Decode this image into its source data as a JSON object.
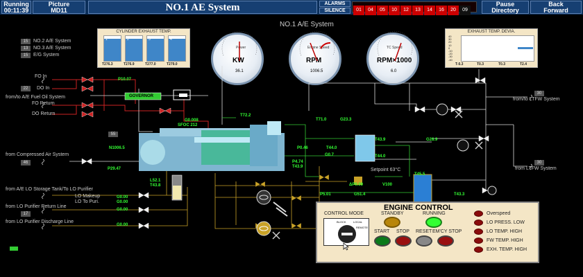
{
  "topbar": {
    "running_label": "Running",
    "running_time": "00:11:39",
    "picture_label": "Picture",
    "picture_id": "MD11",
    "title": "NO.1 AE System",
    "alarms_label": "ALARMS",
    "silence_label": "SILENCE",
    "alarm_numbers": [
      "01",
      "04",
      "05",
      "10",
      "12",
      "13",
      "14",
      "16",
      "20",
      "09"
    ],
    "pause_line1": "Pause",
    "pause_line2": "Directory",
    "back_line1": "Back",
    "back_line2": "Forward"
  },
  "subtitle": "NO.1 A/E System",
  "nav": [
    {
      "idx": "15",
      "label": "NO.2 A/E System"
    },
    {
      "idx": "13",
      "label": "NO.3 A/E System"
    },
    {
      "idx": "15",
      "label": "E/G System"
    }
  ],
  "cylinder_panel": {
    "title": "CYLINDER EXHAUST TEMP.",
    "bars": [
      "1",
      "2",
      "3",
      "4"
    ],
    "temps": [
      "T276.3",
      "T276.9",
      "T277.0",
      "T279.0"
    ],
    "levels": [
      0.9,
      0.9,
      0.9,
      0.9
    ]
  },
  "gauges": [
    {
      "name": "Power",
      "unit": "KW",
      "value": "36.1"
    },
    {
      "name": "Engine Speed",
      "unit": "RPM",
      "value": "1006.5"
    },
    {
      "name": "TC Speed",
      "unit": "RPM×1000",
      "value": "6.0"
    }
  ],
  "deviation_panel": {
    "title": "EXHAUST TEMP. DEVIA.",
    "yticks": [
      "40",
      "30",
      "20",
      "10",
      "0",
      "-10",
      "-20",
      "-30",
      "-40"
    ],
    "values": [
      "T-0.3",
      "T0.3",
      "T0.3",
      "T2.4"
    ]
  },
  "left_lines": {
    "fo_in": "FO In",
    "do_in_idx": "22",
    "do_in": "DO In",
    "fuel_oil": "from/to A/E Fuel Oil System",
    "fo_return": "FO Return",
    "do_return": "DO Return",
    "compressed_air": "from Compressed Air System",
    "air_idx": "46",
    "lo_storage": "from A/E LO Storage Tank/To LO Purifier",
    "lo_makeup": "LO Makeup",
    "lo_to_puri": "LO To Puri.",
    "lo_return": "from LO Purifier Return Line",
    "lo_return_idx": "17",
    "lo_discharge": "from LO Purifier Discharge Line"
  },
  "values": {
    "p_fo": "P10.07",
    "governor": "GOVERNOR",
    "g0": "G0.008",
    "sfoc": "SFOC 212",
    "t72": "T72.2",
    "n1006": "N1006.5",
    "p29": "P29.47",
    "l52": "L52.1",
    "t43_8": "T43.8",
    "g0_lo1": "G0.00",
    "g0_lo2": "G0.00",
    "g0_lo3": "G0.00",
    "g0_lo4": "G0.00",
    "t71": "T71.0",
    "g23": "G23.3",
    "p0_46": "P0.46",
    "t44": "T44.0",
    "g0_7": "G0.7",
    "p4_74": "P4.74",
    "t43_9": "T43.9",
    "t43_9b": "T43.9",
    "g28": "G28.9",
    "t44b": "T44.0",
    "setpoint": "Setpoint 63°C",
    "dp": "ΔP0.09",
    "v100": "V100",
    "t45": "T45.5",
    "p5": "P5.01",
    "g51": "G51.4",
    "t43_3": "T43.3",
    "box55": "55"
  },
  "right_lines": {
    "ltfw_idx1": "30",
    "ltfw1": "from/to LTFW System",
    "ltfw_idx2": "30",
    "ltfw2": "from LTFW System"
  },
  "engine_control": {
    "title": "ENGINE CONTROL",
    "control_mode": "CONTROL MODE",
    "block": "BLOCK",
    "local": "LOCAL",
    "remote": "REMOTE",
    "standby": "STANDBY",
    "running": "RUNNING",
    "start": "START",
    "stop": "STOP",
    "reset": "RESET",
    "emcy_stop": "EM'CY STOP",
    "alarms": [
      "Overspeed",
      "LO PRESS. LOW",
      "LO TEMP. HIGH",
      "FW TEMP. HIGH",
      "EXH. TEMP. HIGH"
    ]
  }
}
